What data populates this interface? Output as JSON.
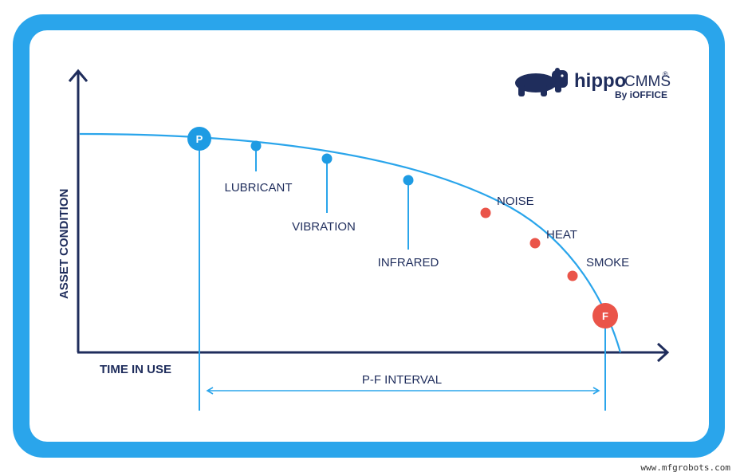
{
  "colors": {
    "frame": "#2aa5eb",
    "curve": "#2aa5eb",
    "navy": "#1f2d5c",
    "early_marker": "#1e9be3",
    "late_marker": "#ea5449"
  },
  "logo": {
    "brand": "hippo",
    "product": "CMMS",
    "registered": "®",
    "byline": "By iOFFICE",
    "icon": "hippo-icon"
  },
  "axes": {
    "y_label": "ASSET CONDITION",
    "x_label": "TIME IN USE"
  },
  "points": {
    "p_label": "P",
    "f_label": "F"
  },
  "markers": {
    "lubricant": "LUBRICANT",
    "vibration": "VIBRATION",
    "infrared": "INFRARED",
    "noise": "NOISE",
    "heat": "HEAT",
    "smoke": "SMOKE"
  },
  "interval": {
    "label": "P-F INTERVAL"
  },
  "watermark": "www.mfgrobots.com"
}
